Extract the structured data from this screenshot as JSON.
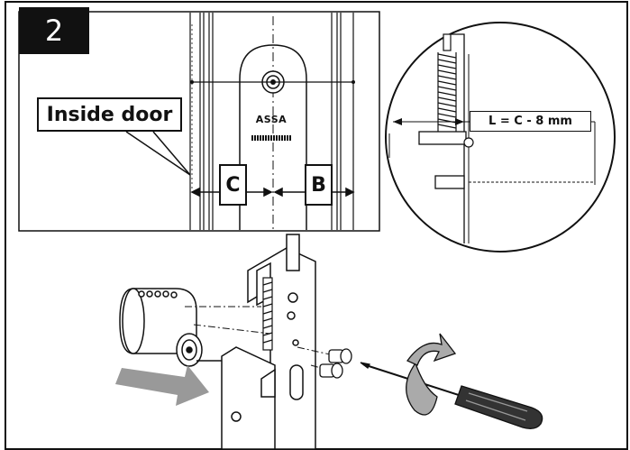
{
  "step": {
    "number": "2"
  },
  "callout": {
    "label": "Inside door"
  },
  "dimensions": {
    "c_label": "C",
    "b_label": "B"
  },
  "detail": {
    "formula": "L = C - 8 mm"
  },
  "lock": {
    "brand": "ASSA"
  },
  "colors": {
    "line": "#111111",
    "arrow": "#999999",
    "background": "#ffffff"
  }
}
